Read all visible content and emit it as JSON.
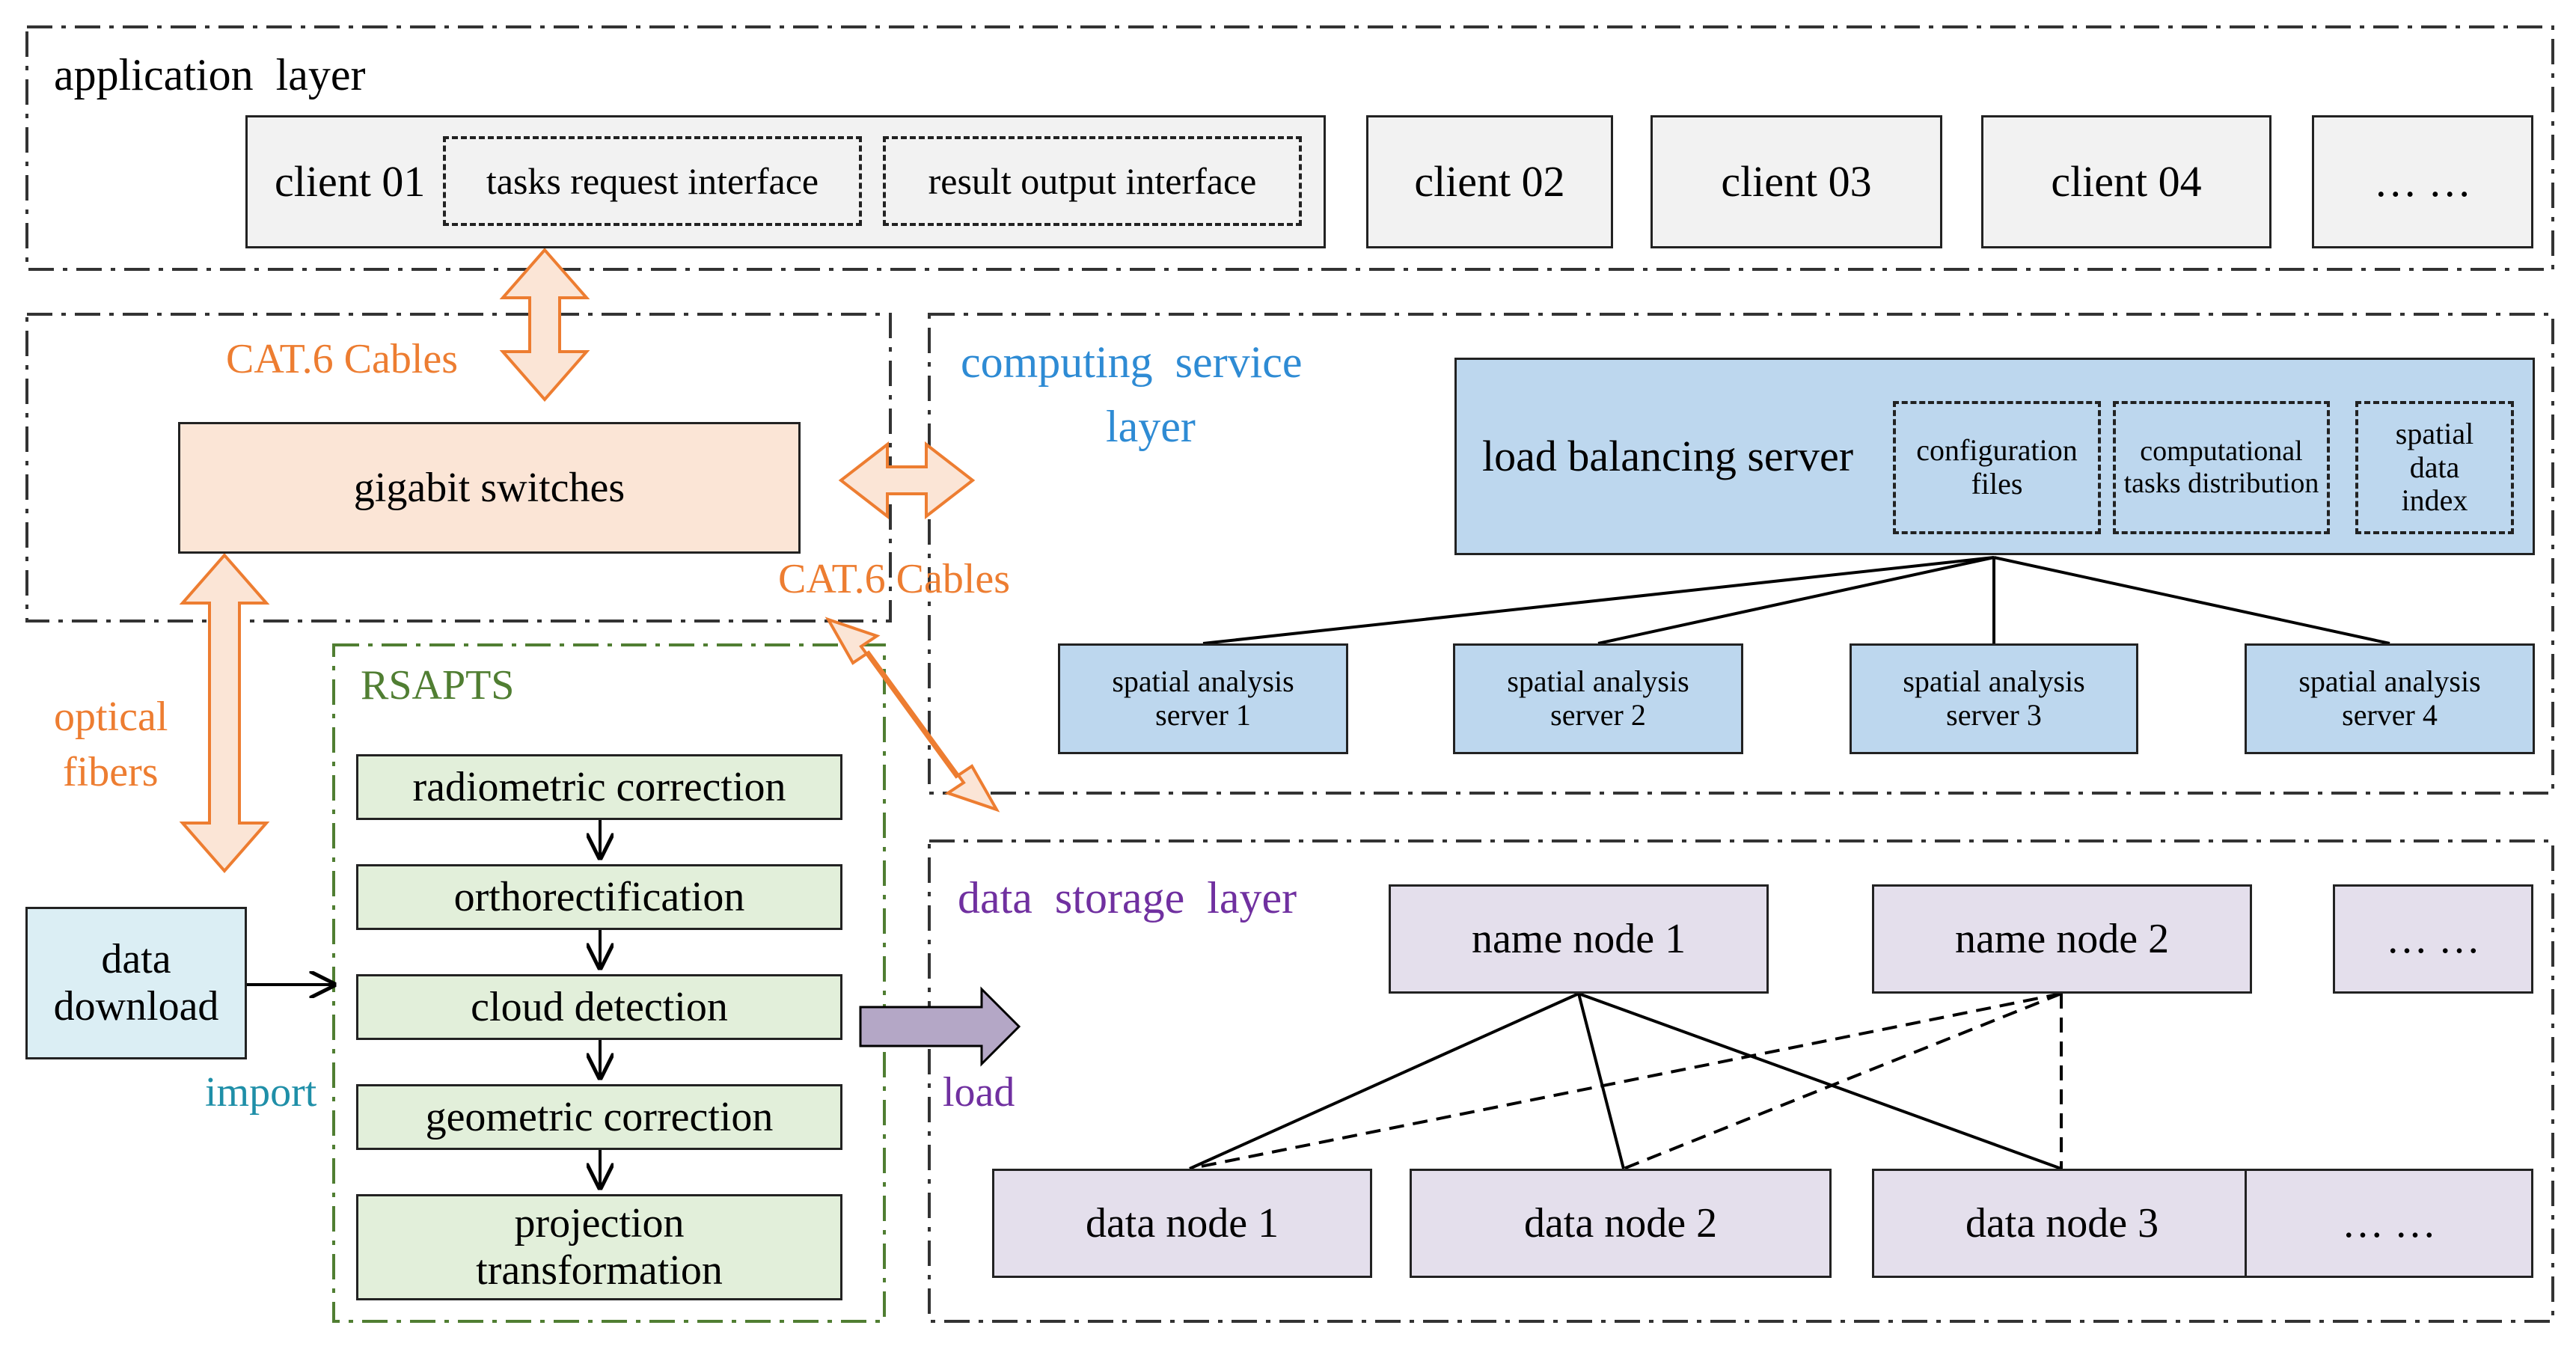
{
  "layers": {
    "application": "application  layer",
    "computing_line1": "computing  service",
    "computing_line2": "layer",
    "storage": "data  storage  layer",
    "rsapts": "RSAPTS"
  },
  "application": {
    "client01": "client 01",
    "tasks_interface": "tasks request interface",
    "result_interface": "result output interface",
    "client02": "client 02",
    "client03": "client 03",
    "client04": "client 04",
    "more": "… …"
  },
  "network": {
    "cables_top": "CAT.6 Cables",
    "cables_mid": "CAT.6 Cables",
    "switches": "gigabit switches",
    "optical_line1": "optical",
    "optical_line2": "fibers",
    "import": "import",
    "load": "load"
  },
  "computing": {
    "load_balancer": "load balancing server",
    "config_files": "configuration files",
    "task_distribution": "computational tasks distribution",
    "spatial_index": "spatial data index",
    "servers": [
      "spatial analysis server 1",
      "spatial analysis server 2",
      "spatial analysis server 3",
      "spatial analysis server 4"
    ]
  },
  "storage": {
    "name_node_1": "name node 1",
    "name_node_2": "name node 2",
    "name_more": "… …",
    "data_nodes": [
      "data node 1",
      "data node 2",
      "data node 3"
    ],
    "data_more": "… …"
  },
  "pipeline": {
    "data_download": "data download",
    "steps": [
      "radiometric correction",
      "orthorectification",
      "cloud detection",
      "geometric correction",
      "projection transformation"
    ]
  },
  "colors": {
    "orange": "#ed7d31",
    "blue_text": "#2e8bd4",
    "purple_text": "#7030a0",
    "green_text": "#507e32",
    "teal_text": "#1f8fa8",
    "blue_fill": "#bdd7ee",
    "purple_fill": "#e4dfec",
    "green_fill": "#e2efda",
    "peach_fill": "#fbe5d6",
    "cyan_fill": "#dbeef4"
  }
}
